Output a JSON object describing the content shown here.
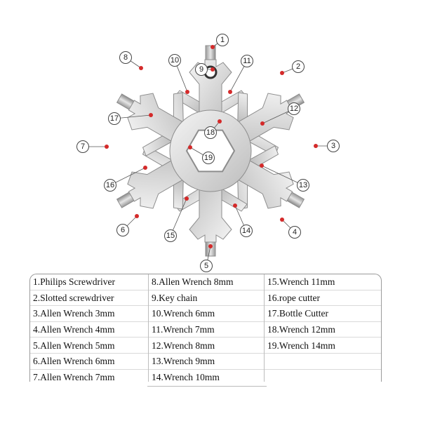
{
  "colors": {
    "metal_light": "#eeeeee",
    "metal_mid": "#cfcfcf",
    "metal_dark": "#8d8d8d",
    "leader": "#d42a2a",
    "dot": "#d42a2a"
  },
  "callouts": [
    "1",
    "2",
    "3",
    "4",
    "5",
    "6",
    "7",
    "8",
    "9",
    "10",
    "11",
    "12",
    "13",
    "14",
    "15",
    "16",
    "17",
    "18",
    "19"
  ],
  "legend": {
    "col1": [
      "1.Philips Screwdriver",
      "2.Slotted screwdriver",
      "3.Allen Wrench 3mm",
      "4.Allen Wrench 4mm",
      "5.Allen Wrench 5mm",
      "6.Allen Wrench 6mm",
      "7.Allen Wrench 7mm"
    ],
    "col2": [
      "8.Allen Wrench 8mm",
      "9.Key chain",
      "10.Wrench 6mm",
      "11.Wrench 7mm",
      "12.Wrench 8mm",
      "13.Wrench 9mm",
      "14.Wrench 10mm"
    ],
    "col3": [
      "15.Wrench 11mm",
      "16.rope cutter",
      "17.Bottle Cutter",
      "18.Wrench 12mm",
      "19.Wrench 14mm",
      "",
      ""
    ]
  }
}
